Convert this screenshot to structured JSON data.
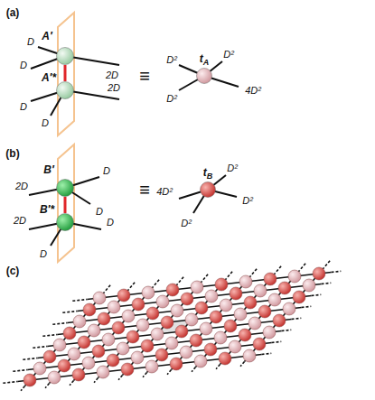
{
  "diagram": {
    "nodes": [
      {
        "text": [
          "A′"
        ]
      },
      {
        "text": [
          "A′*"
        ]
      },
      {
        "text": [
          "tA"
        ]
      },
      {
        "text": [
          "B′"
        ]
      },
      {
        "text": [
          "B′*"
        ]
      },
      {
        "text": [
          "tB"
        ]
      }
    ],
    "edges": [
      {
        "from": 0,
        "to": 1,
        "arrow": "none"
      },
      {
        "from": 3,
        "to": 4,
        "arrow": "none"
      }
    ],
    "labels": [
      "(a)",
      "D",
      "D",
      "2D",
      "D",
      "D",
      "2D",
      "≡",
      "D²",
      "D²",
      "D²",
      "4D²",
      "(b)",
      "2D",
      "D",
      "D",
      "2D",
      "D",
      "D",
      "≡",
      "4D²",
      "D²",
      "D²",
      "D²",
      "(c)"
    ]
  }
}
